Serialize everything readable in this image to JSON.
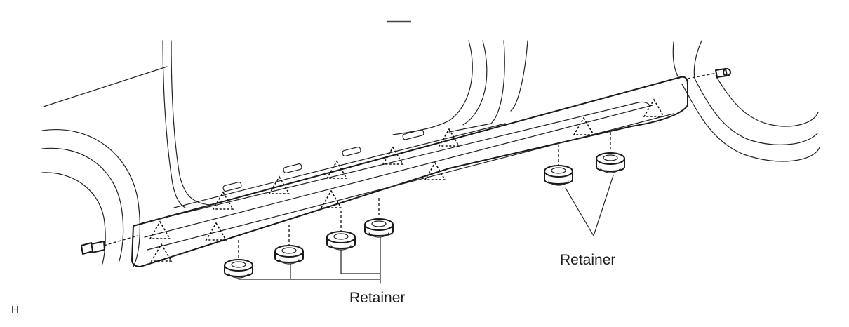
{
  "labels": {
    "retainer_left": "Retainer",
    "retainer_right": "Retainer",
    "figure_code": "H"
  }
}
